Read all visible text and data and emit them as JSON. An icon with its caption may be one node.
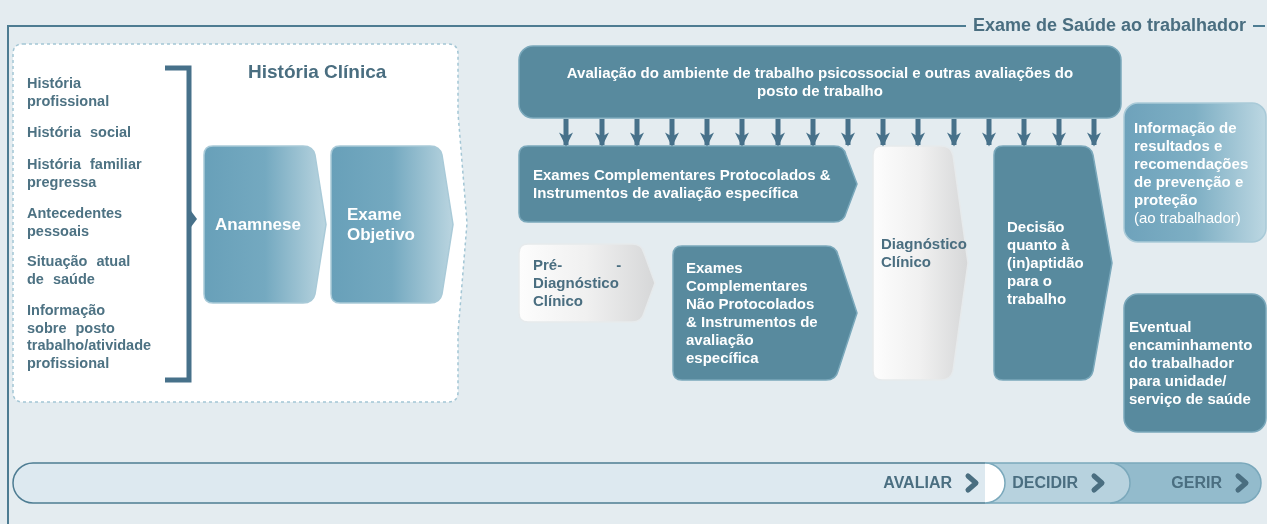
{
  "diagram": {
    "nodes": [
      {
        "text": [
          "Exame de Saúde ao trabalhador"
        ]
      },
      {
        "text": [
          "História Clínica",
          "História profissional",
          "História social",
          "História familiar pregressa",
          "Antecedentes pessoais",
          "Situação atual de saúde",
          "Informação sobre posto trabalho/atividade profissional"
        ],
        "in": 0
      },
      {
        "text": [
          "Anamnese"
        ],
        "in": 1
      },
      {
        "text": [
          "Exame Objetivo"
        ],
        "in": 1
      },
      {
        "text": [
          "Avaliação do ambiente de trabalho psicossocial e outras avaliações do posto de trabalho"
        ],
        "in": 0
      },
      {
        "text": [
          "Exames Complementares Protocolados & Instrumentos de avaliação específica"
        ],
        "in": 0
      },
      {
        "text": [
          "Pré- -Diagnóstico Clínico"
        ],
        "in": 0
      },
      {
        "text": [
          "Exames Complementares Não Protocolados & Instrumentos de avaliação específica"
        ],
        "in": 0
      },
      {
        "text": [
          "Diagnóstico Clínico"
        ],
        "in": 0
      },
      {
        "text": [
          "Decisão quanto à (in)aptidão para o trabalho"
        ],
        "in": 0
      },
      {
        "text": [
          "Informação de resultados e recomendações de prevenção e proteção",
          "(ao trabalhador)"
        ],
        "in": 0
      },
      {
        "text": [
          "Eventual encaminhamento do trabalhador para unidade/ serviço de saúde"
        ],
        "in": 0
      },
      {
        "text": [
          "AVALIAR"
        ],
        "in": 0
      },
      {
        "text": [
          "DECIDIR"
        ],
        "in": 0
      },
      {
        "text": [
          "GERIR"
        ],
        "in": 0
      }
    ],
    "edges": [
      {
        "from": 4,
        "to": 5,
        "arrow": "to"
      },
      {
        "from": 4,
        "to": 5,
        "arrow": "to"
      },
      {
        "from": 4,
        "to": 5,
        "arrow": "to"
      },
      {
        "from": 4,
        "to": 5,
        "arrow": "to"
      },
      {
        "from": 4,
        "to": 5,
        "arrow": "to"
      },
      {
        "from": 4,
        "to": 5,
        "arrow": "to"
      },
      {
        "from": 4,
        "to": 5,
        "arrow": "to"
      },
      {
        "from": 4,
        "to": 5,
        "arrow": "to"
      },
      {
        "from": 4,
        "to": 5,
        "arrow": "to"
      },
      {
        "from": 4,
        "to": 8,
        "arrow": "to"
      },
      {
        "from": 4,
        "to": 8,
        "arrow": "to"
      },
      {
        "from": 4,
        "to": 8,
        "arrow": "to"
      },
      {
        "from": 4,
        "to": 9,
        "arrow": "to"
      },
      {
        "from": 4,
        "to": 9,
        "arrow": "to"
      },
      {
        "from": 4,
        "to": 9,
        "arrow": "to"
      },
      {
        "from": 4,
        "to": 9,
        "arrow": "to"
      }
    ]
  }
}
